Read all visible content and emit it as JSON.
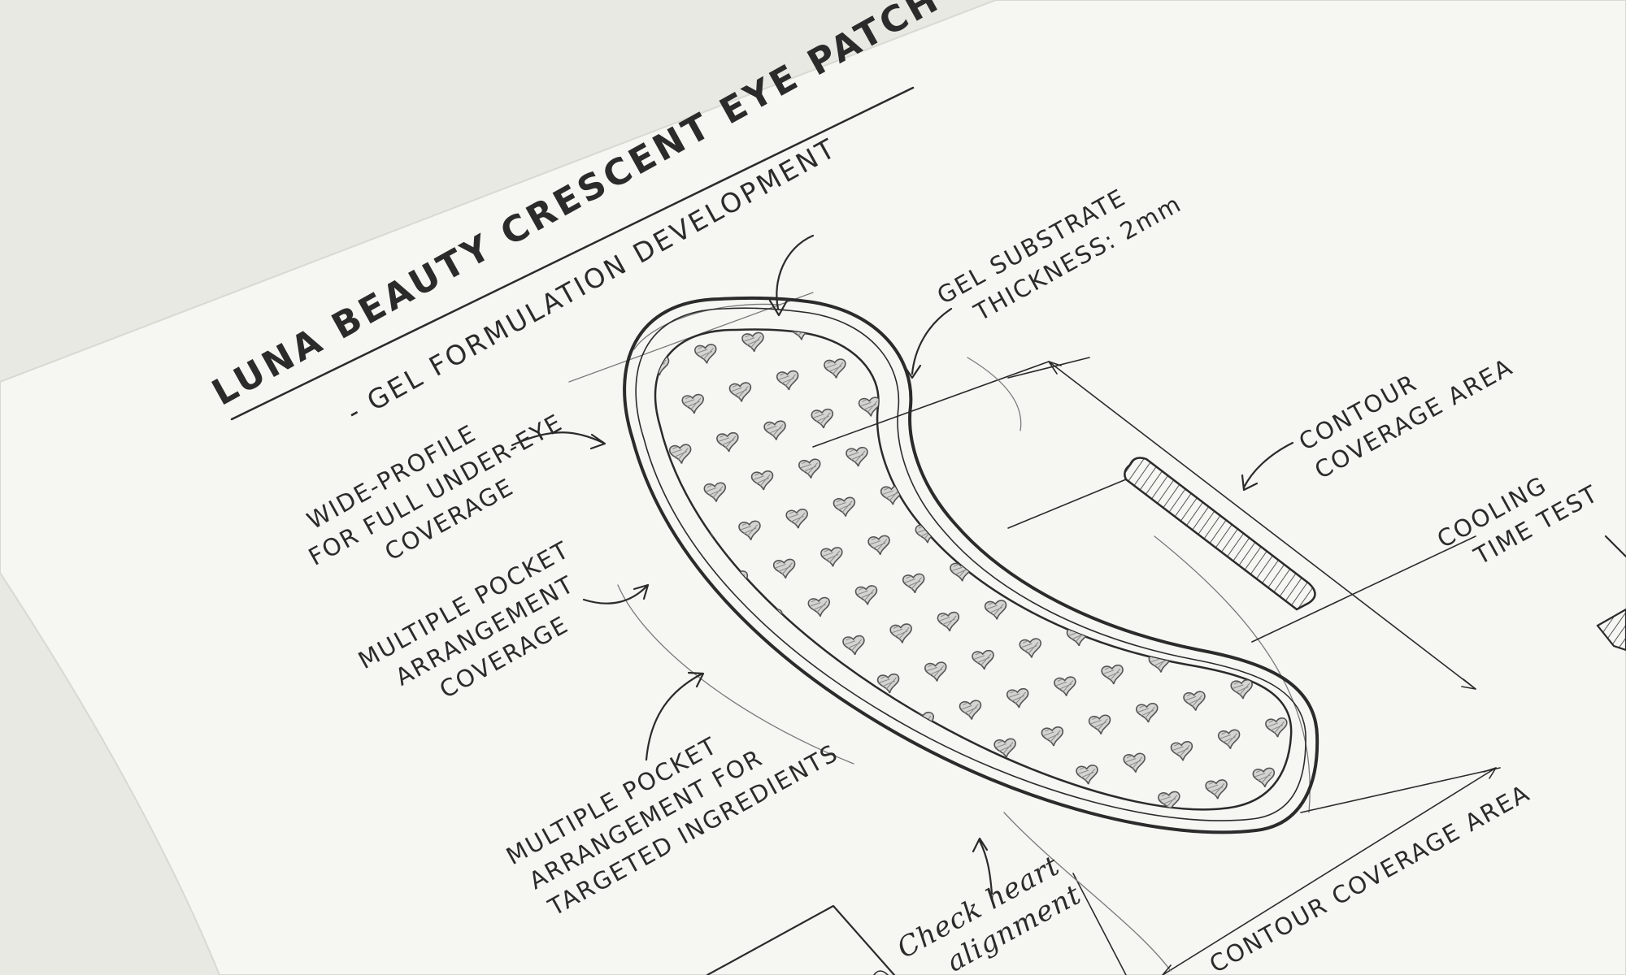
{
  "title": "LUNA BEAUTY CRESCENT EYE PATCH",
  "subtitle": "- GEL FORMULATION DEVELOPMENT",
  "annotations": {
    "gel_substrate": [
      "GEL SUBSTRATE",
      "THICKNESS: 2mm"
    ],
    "contour_area_right": [
      "CONTOUR",
      "COVERAGE AREA"
    ],
    "cooling_test": [
      "COOLING",
      "TIME TEST"
    ],
    "wide_profile": [
      "WIDE-PROFILE",
      "FOR FULL UNDER-EYE",
      "COVERAGE"
    ],
    "pocket_coverage": [
      "MULTIPLE POCKET",
      "ARRANGEMENT",
      "COVERAGE"
    ],
    "pocket_ingredients": [
      "MULTIPLE POCKET",
      "ARRANGEMENT FOR",
      "TARGETED INGREDIENTS"
    ],
    "contour_area_bottom": "CONTOUR COVERAGE AREA",
    "check_heart": [
      "Check heart",
      "alignment"
    ]
  },
  "colors": {
    "paper": "#f6f6f2",
    "ink": "#2b2b2b",
    "background": "#e9e9e4"
  }
}
